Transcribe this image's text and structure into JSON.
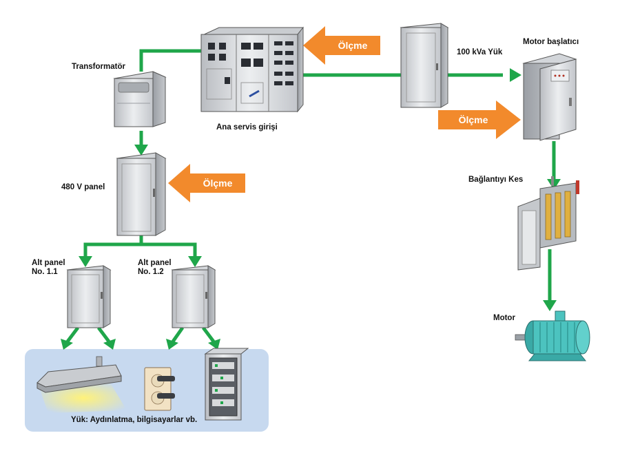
{
  "labels": {
    "transformer": "Transformatör",
    "main_service": "Ana servis girişi",
    "load_100kva": "100 kVa Yük",
    "motor_starter": "Motor başlatıcı",
    "panel_480v": "480 V panel",
    "subpanel_1_1_line1": "Alt panel",
    "subpanel_1_1_line2": "No. 1.1",
    "subpanel_1_2_line1": "Alt panel",
    "subpanel_1_2_line2": "No. 1.2",
    "disconnect": "Bağlantıyı Kes",
    "motor": "Motor",
    "loads": "Yük: Aydınlatma, bilgisayarlar vb."
  },
  "measure_label": "Ölçme",
  "colors": {
    "flow_line": "#1fa64a",
    "measure_arrow": "#f28a2c",
    "load_area": "#c7d9ef",
    "cabinet": "#d9dbde",
    "motor": "#4cc3bf"
  },
  "icons": [
    "transformer-icon",
    "switchgear-icon",
    "panel-icon",
    "motor-starter-icon",
    "disconnect-switch-icon",
    "motor-icon",
    "light-fixture-icon",
    "outlet-icon",
    "breaker-panel-icon"
  ]
}
